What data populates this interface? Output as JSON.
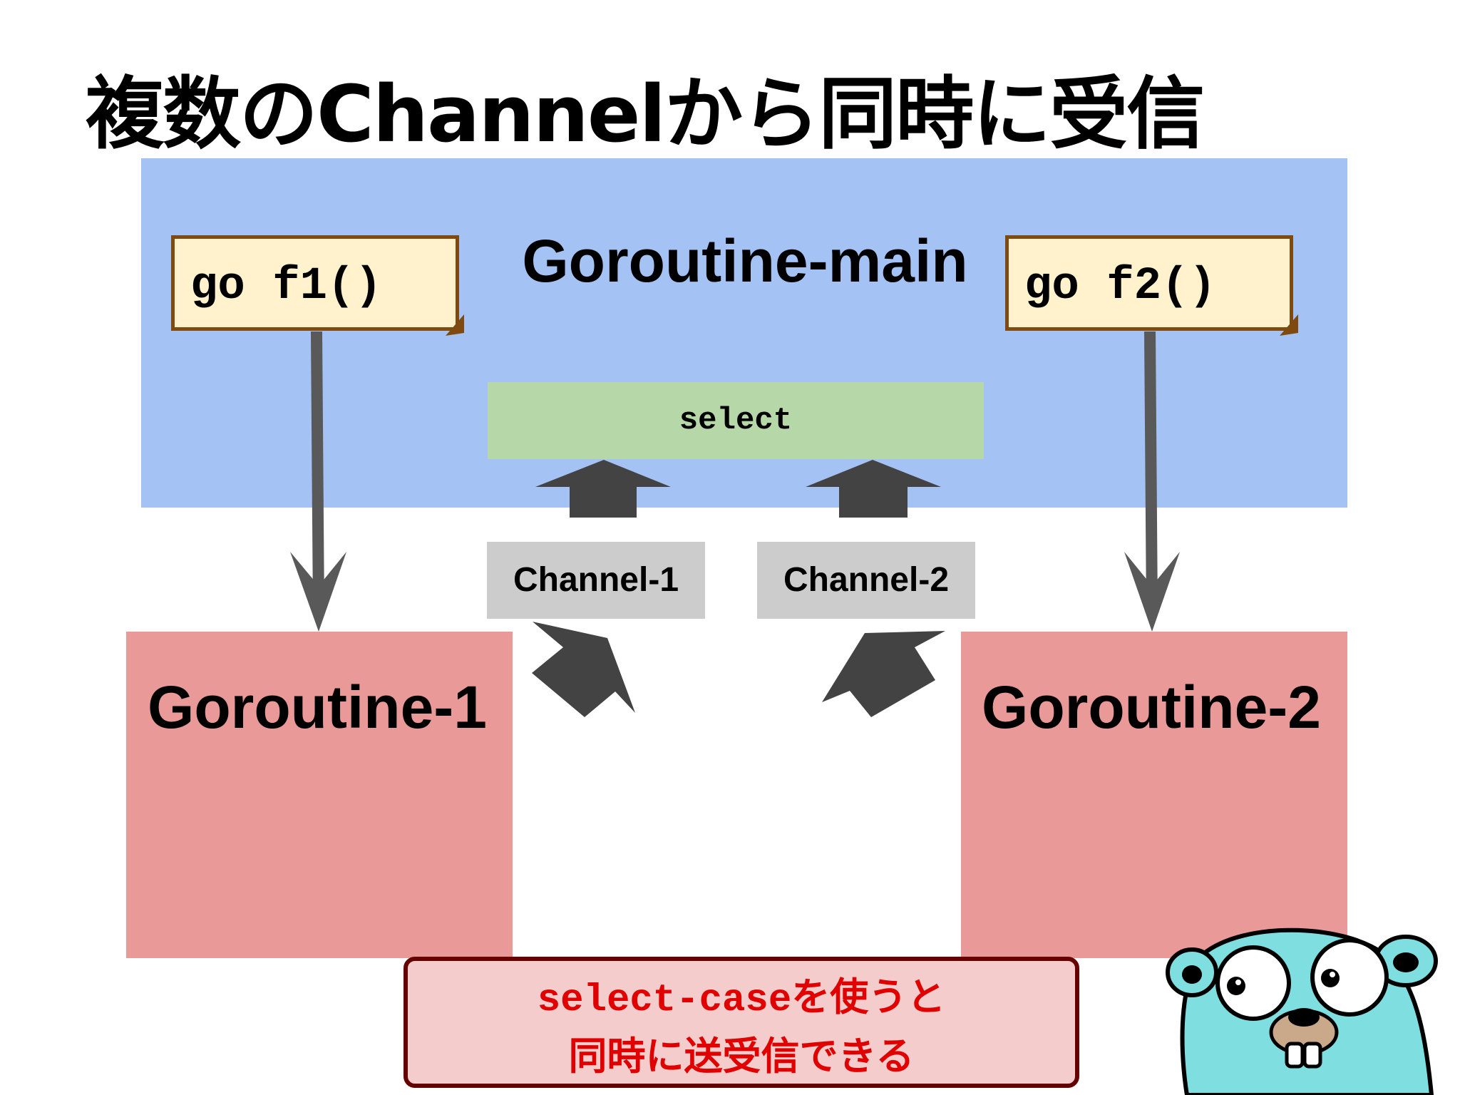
{
  "slide": {
    "title": "複数のChannelから同時に受信"
  },
  "diagram": {
    "main_goroutine": "Goroutine-main",
    "go_f1": "go f1()",
    "go_f2": "go f2()",
    "select_label": "select",
    "channel_1": "Channel-1",
    "channel_2": "Channel-2",
    "goroutine_1": "Goroutine-1",
    "goroutine_2": "Goroutine-2"
  },
  "callout": {
    "line1_code": "select-case",
    "line1_text": "を使うと",
    "line2": "同時に送受信できる"
  },
  "colors": {
    "main_box": "#a4c2f4",
    "note_fill": "#fff2cc",
    "note_border": "#7f4a10",
    "select_box": "#b6d7a8",
    "channel_box": "#cccccc",
    "goroutine_box": "#ea9999",
    "callout_fill": "#f4cccc",
    "callout_border": "#660000",
    "callout_text": "#e00000",
    "arrow_thin": "#595959",
    "arrow_thick": "#434343",
    "gopher_body": "#7fdee0"
  },
  "icons": {
    "mascot": "gopher-mascot-icon"
  }
}
